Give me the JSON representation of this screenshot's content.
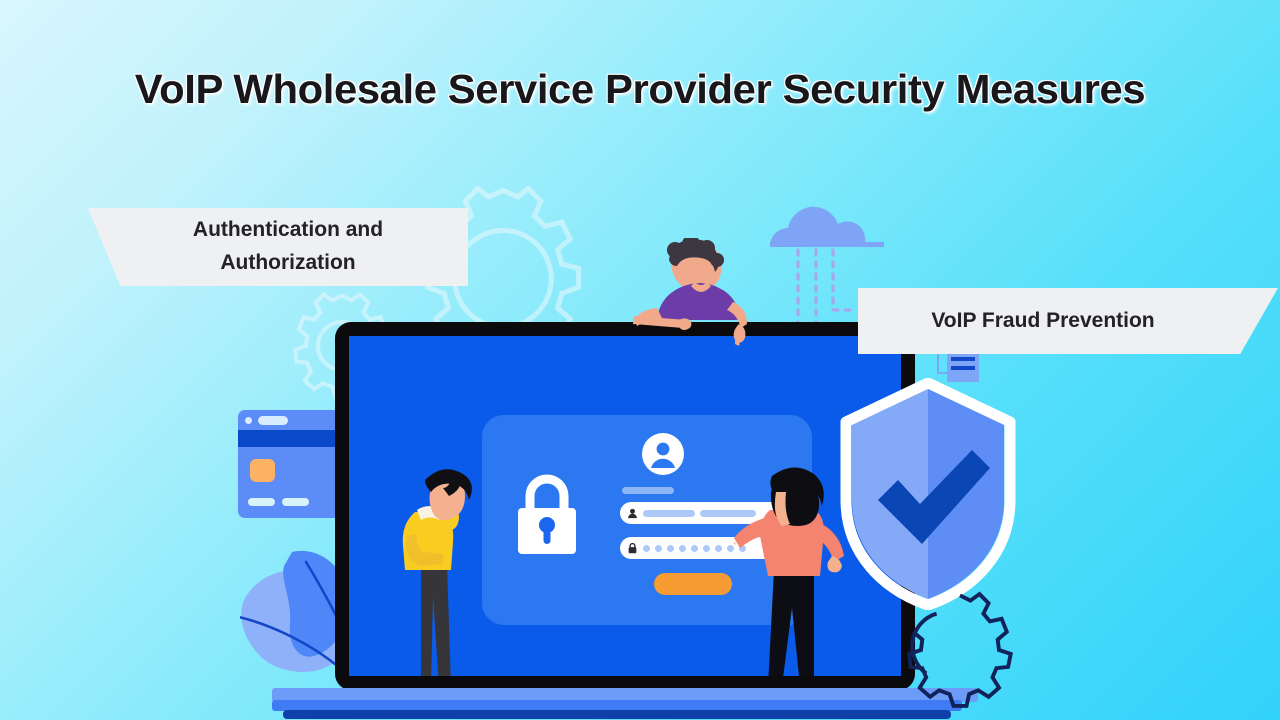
{
  "page": {
    "title": "VoIP Wholesale Service Provider Security Measures",
    "background_top_color": "#d9f6fd",
    "background_bottom_color": "#31d2fa"
  },
  "labels": {
    "auth": {
      "line1": "Authentication and",
      "line2": "Authorization",
      "background_color": "#eff0f1",
      "text_color": "#222228"
    },
    "fraud": {
      "text": "VoIP Fraud Prevention",
      "background_color": "#eff0f1",
      "text_color": "#222228"
    }
  },
  "illustration": {
    "laptop": {
      "frame_color": "#0b0b0e",
      "screen_color": "#0a5bea",
      "base_colors": [
        "#6d9bf8",
        "#3f7bf5",
        "#0f3fa8"
      ]
    },
    "login_form": {
      "card_color": "#2b78f0",
      "avatar_icon": "user-avatar-icon",
      "padlock_icon": "padlock-icon",
      "username_icon": "person-icon",
      "password_icon": "lock-icon",
      "password_dots": 9,
      "submit_color": "#f79b33"
    },
    "shield": {
      "icon": "shield-check-icon",
      "light_color": "#83a9f7",
      "dark_color": "#5e8ef5",
      "check_color": "#0b46b5",
      "outline_color": "#ffffff"
    },
    "cloud": {
      "icon": "cloud-rain-icon",
      "color": "#7fa4f5",
      "rain_color": "#a9a6ee"
    },
    "browser_card": {
      "icon": "browser-window-icon",
      "body_color": "#5b8cf7",
      "bar_color": "#0a49c9",
      "tile_color": "#fbb263"
    },
    "doc_icon": {
      "icon": "document-lines-icon",
      "color": "#7ea6f7",
      "line_color": "#1347c9"
    },
    "gears": {
      "light_outline_color": "#eaf8fd",
      "dark_outline_color": "#12235c"
    },
    "leaf_blob": {
      "icon": "leaf-blob-shape",
      "light_color": "#8fb1fa",
      "mid_color": "#4f86f8",
      "stroke_color": "#1347c9"
    },
    "people": [
      {
        "name": "man-thinking",
        "hair_color": "#101014",
        "skin_color": "#f3b18f",
        "top_color": "#f9cc22",
        "pants_color": "#35353a",
        "shoe_color": "#ffffff"
      },
      {
        "name": "woman-pointing",
        "hair_color": "#0d0d12",
        "skin_color": "#f3b18f",
        "top_color": "#f4836f",
        "pants_color": "#0d0d15",
        "shoe_color": "#ffffff"
      },
      {
        "name": "person-leaning-over-laptop",
        "hair_color": "#3c3741",
        "skin_color": "#f0a98a",
        "top_color": "#6c3ca8"
      }
    ]
  }
}
